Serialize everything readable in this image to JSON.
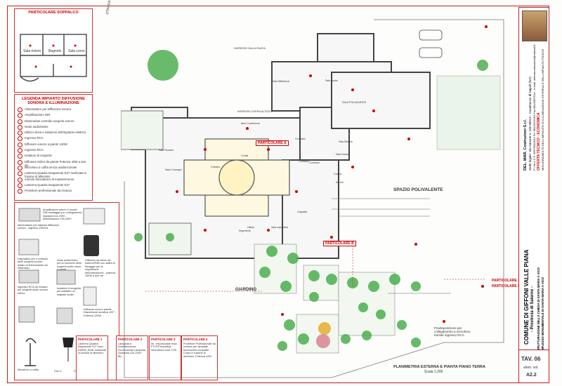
{
  "sheet": {
    "inset_title": "PARTICOLARE SOPPALCO",
    "legend_title": "LEGENDA IMPIANTO DIFFUSIONE SONORA E ILLUMINAZIONE",
    "legend_items": [
      "Alimentatore per Diffusione sonora",
      "Amplificazione DIN",
      "Dissimulato controllo sorgenti sonore",
      "Nodo audio/video",
      "Utilizzo linea e tubazioni dell'impianto elettrico",
      "Ingresso RCA",
      "Diffusore sonoro a parete 140W",
      "Ingresso RCA",
      "Isolatore di sorgente",
      "Diffusore 8ohm da parete Potenza 40W a due vie",
      "Microfono a cuffia senza unidirezionale",
      "Lanterna Quadra trasparente E27 realizzata in fusione di alluminio",
      "Calcolo fotovoltaico di mantenimento",
      "Lanterna Quadra trasparente E27",
      "Proiettore professionale da incasso"
    ],
    "inset_rooms": [
      "Sala ristoro",
      "Bagnolo",
      "Sala corso"
    ],
    "rooms": [
      "INGRESSO DALLA PIAZZA",
      "Sala Biblioteca",
      "Sala studio",
      "SALA POLIVALENTE",
      "Corridoio",
      "Atrio Conferenze",
      "INGRESSO DOPPIA ALTEZZA",
      "Cortile",
      "Chiostro",
      "Corridoio",
      "Sala Riunioni",
      "Sala Convegni",
      "Ufficio",
      "Sala espositiva",
      "Segreteria",
      "Cappella",
      "Corridoio",
      "Sala Musica",
      "Sala Danza",
      "Cucina",
      "Servizi"
    ],
    "labels": {
      "particolare_a": "PARTICOLARE A",
      "particolare_b": "PARTICOLARE B",
      "particolare_1": "PARTICOLARE 1",
      "particolare_2": "PARTICOLARE 2",
      "spazio": "SPAZIO POLIVALENTE",
      "giardino": "GIARDINO",
      "street": "STRADA COMUNALE",
      "predisp": "Predisposizione per collegamento a microfono tramite ingresso RCA",
      "plan_caption": "PLANIMETRIA ESTERNA E PIANTA PIANO TERRA",
      "scale": "Scala 1:200"
    },
    "products": [
      "Amplificatore stereo 4 moduli DIN montaggio per collegamento impianto bus 230V - alimentazione 100-240V",
      "Alimentatore per sistema diffusione sonora - ingresso 230Vca",
      "Diffusore da 8ohm da esterno/PaR con staffa di fissaggio per la regolazione dell'inclinazione - potenza 140W a due vie",
      "Dispositivo per il controllo delle sorgenti sonore dotato di telecomando ad infrarosso",
      "Nodo audio/video per la ricezione delle sorgenti audio verso 4 uscite",
      "Diffusore sonoro parete - Dispersione acustica 120° - Potenza 120W",
      "Ingresso RCA ad incasso per sorgenti audio sonore stereo",
      "Isolatore di sorgente per adattare un segnale audio",
      "Microfono a cuffia",
      "Foto 1",
      "Foto 2"
    ],
    "fixtures": [
      {
        "title": "PARTICOLARE 1",
        "text": "Lanterna Quadra trasparente E27 mod. IL8906_801B realizzata in fusione di alluminio"
      },
      {
        "title": "PARTICOLARE 2",
        "text": "Lampada a incandescenza Fluorescente Lampada Quadrata 220-240V IBL"
      },
      {
        "title": "PARTICOLARE 3",
        "text": "Int. crepuscolare mod. FT1F/Fotocellula Interruttore mod. F1R"
      },
      {
        "title": "PARTICOLARE 4",
        "text": "Proiettore Professionale da incasso per lampade fluorescenti compatte. Corpo in fusione di alluminio. Potenza 42W"
      }
    ],
    "title_block": {
      "firm": "DEL. MAR. Costruzioni S.r.l.",
      "firm_address": "Sede legale: Via Annone n. 106 80013 - Casalnuovo di Napoli (NA)",
      "firm_contacts": "P. IVA e C.F. 05979010631 Tel. 081/5222915 Fax 081/3307514 - e-mail: delmarcostruzioni@hotmail.it",
      "company_role": "OFFERTA TECNICO - ECONOMICA",
      "work_title": "RISTRUTTURAZIONE DELLA CHIESA DI SANTA MARIA A VICO",
      "work_subtitle": "MIGLIORAMENTO DELL'IMPIANTO DI ILLUMINAZIONE ESTERNA E DELL'IMPIANTO FONICO",
      "municipality": "COMUNE DI GIFFONI VALLE PIANA",
      "province": "- Provincia di Salerno -",
      "complex": "COMPLESSO MONUMENTALE DI SANTA MARIA A VICO",
      "tav": "TAV. 06",
      "elem": "elem. vol.",
      "code": "A2.2"
    },
    "colors": {
      "frame": "#b22222",
      "accent": "#cc0000",
      "tree": "#4caf50",
      "wall": "#555555"
    },
    "icons": [
      "north-arrow-icon",
      "logo-seal-icon",
      "tree-icon",
      "car-icon",
      "speaker-icon",
      "lamp-icon"
    ]
  }
}
